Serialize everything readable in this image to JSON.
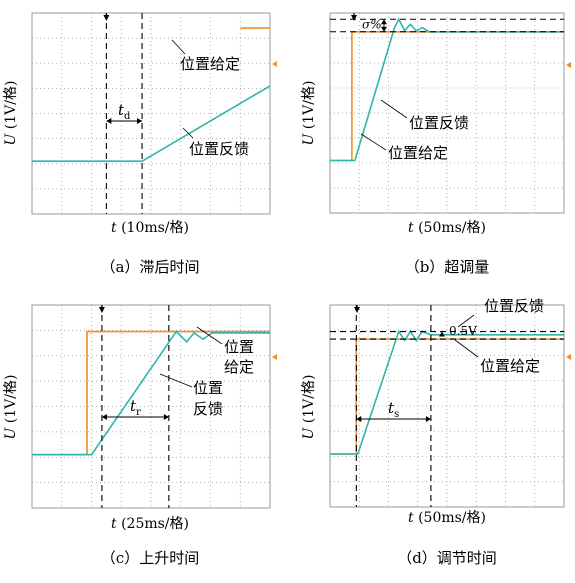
{
  "colors": {
    "reference": "#f28c28",
    "feedback": "#2fb5ad",
    "grid": "#9a9a9a",
    "cursor": "#000000"
  },
  "series_labels": {
    "reference": "位置给定",
    "feedback": "位置反馈",
    "reference_split": [
      "位置",
      "给定"
    ],
    "feedback_split": [
      "位置",
      "反馈"
    ]
  },
  "icons": [
    "trigger-arrow-icon",
    "channel-marker-icon"
  ],
  "chart_data": [
    {
      "type": "line",
      "caption": "（a）滞后时间",
      "xlabel_var": "t",
      "xlabel_unit": " (10ms/格)",
      "ylabel_var": "U",
      "ylabel_unit": " (1V/格)",
      "grid": true,
      "x_div": 8,
      "y_div": 8,
      "x_per_div": 10,
      "series": [
        {
          "name": "位置给定",
          "points": [
            [
              7.0,
              7.4
            ],
            [
              8.0,
              7.4
            ]
          ]
        },
        {
          "name": "位置反馈",
          "points": [
            [
              0,
              2.1
            ],
            [
              3.7,
              2.1
            ],
            [
              8.0,
              5.1
            ]
          ]
        }
      ],
      "step_x": 2.5,
      "cursors_x": [
        2.5,
        3.7
      ],
      "interval": {
        "label": "t",
        "sub": "d",
        "from": 2.5,
        "to": 3.7
      }
    },
    {
      "type": "line",
      "caption": "（b）超调量",
      "xlabel_var": "t",
      "xlabel_unit": " (50ms/格)",
      "ylabel_var": "U",
      "ylabel_unit": " (1V/格)",
      "grid": true,
      "x_div": 8,
      "y_div": 8,
      "x_per_div": 50,
      "series": [
        {
          "name": "位置给定",
          "points": [
            [
              0,
              2.1
            ],
            [
              0.75,
              2.1
            ],
            [
              0.75,
              7.25
            ],
            [
              8.0,
              7.25
            ]
          ]
        },
        {
          "name": "位置反馈",
          "points": [
            [
              0,
              2.1
            ],
            [
              0.85,
              2.1
            ],
            [
              2.2,
              7.4
            ],
            [
              2.35,
              7.75
            ],
            [
              2.55,
              7.3
            ],
            [
              2.75,
              7.55
            ],
            [
              2.95,
              7.28
            ],
            [
              3.15,
              7.42
            ],
            [
              3.4,
              7.25
            ],
            [
              8.0,
              7.25
            ]
          ]
        }
      ],
      "cursors_y": [
        7.75,
        7.25
      ],
      "interval": {
        "label": "σ%",
        "from": 7.25,
        "to": 7.75
      }
    },
    {
      "type": "line",
      "caption": "（c）上升时间",
      "xlabel_var": "t",
      "xlabel_unit": " (25ms/格)",
      "ylabel_var": "U",
      "ylabel_unit": " (1V/格)",
      "grid": true,
      "x_div": 8,
      "y_div": 8,
      "x_per_div": 25,
      "series": [
        {
          "name": "位置给定",
          "points": [
            [
              0,
              2.1
            ],
            [
              1.85,
              2.1
            ],
            [
              1.85,
              6.95
            ],
            [
              8.0,
              6.95
            ]
          ]
        },
        {
          "name": "位置反馈",
          "points": [
            [
              0,
              2.1
            ],
            [
              2.0,
              2.1
            ],
            [
              4.85,
              6.95
            ],
            [
              5.2,
              6.55
            ],
            [
              5.45,
              6.9
            ],
            [
              5.75,
              6.65
            ],
            [
              6.05,
              6.9
            ],
            [
              6.35,
              6.9
            ],
            [
              8.0,
              6.9
            ]
          ]
        }
      ],
      "cursors_x": [
        2.35,
        4.6
      ],
      "interval": {
        "label": "t",
        "sub": "r",
        "from": 2.35,
        "to": 4.6
      }
    },
    {
      "type": "line",
      "caption": "（d）调节时间",
      "xlabel_var": "t",
      "xlabel_unit": " (50ms/格)",
      "ylabel_var": "U",
      "ylabel_unit": " (1V/格)",
      "grid": true,
      "x_div": 8,
      "y_div": 8,
      "x_per_div": 50,
      "series": [
        {
          "name": "位置给定",
          "points": [
            [
              0,
              2.1
            ],
            [
              0.9,
              2.1
            ],
            [
              0.9,
              6.65
            ],
            [
              8.0,
              6.65
            ]
          ]
        },
        {
          "name": "位置反馈",
          "points": [
            [
              0,
              2.1
            ],
            [
              0.95,
              2.1
            ],
            [
              2.35,
              6.95
            ],
            [
              2.55,
              6.6
            ],
            [
              2.75,
              6.95
            ],
            [
              2.95,
              6.6
            ],
            [
              3.15,
              6.95
            ],
            [
              3.45,
              6.82
            ],
            [
              8.0,
              6.82
            ]
          ]
        }
      ],
      "cursors_x": [
        0.9,
        3.45
      ],
      "cursors_y": [
        6.95,
        6.65
      ],
      "band_label": "0.5V",
      "interval": {
        "label": "t",
        "sub": "s",
        "from": 0.9,
        "to": 3.45
      }
    }
  ]
}
